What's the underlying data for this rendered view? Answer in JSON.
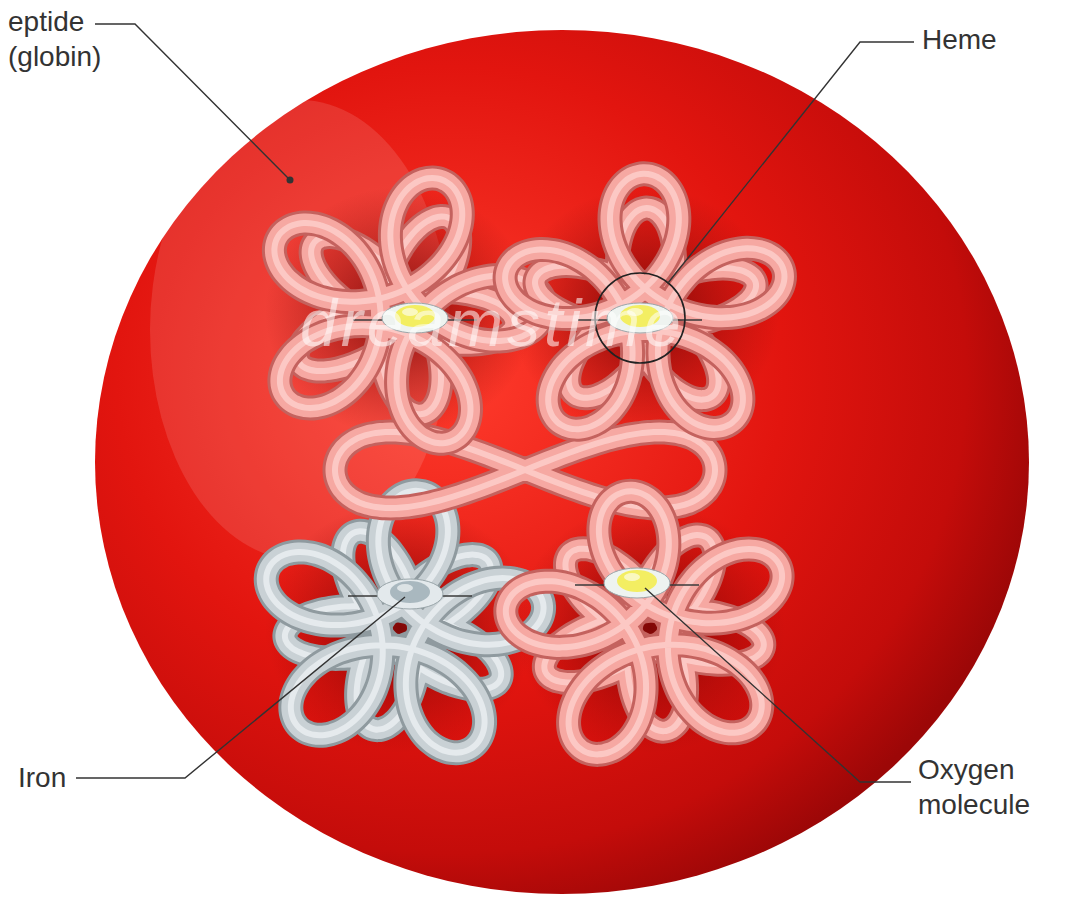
{
  "diagram": {
    "labels": [
      "eptide (globin)",
      "Heme",
      "dreamstime",
      "Iron",
      "Oxygen molecule"
    ]
  }
}
